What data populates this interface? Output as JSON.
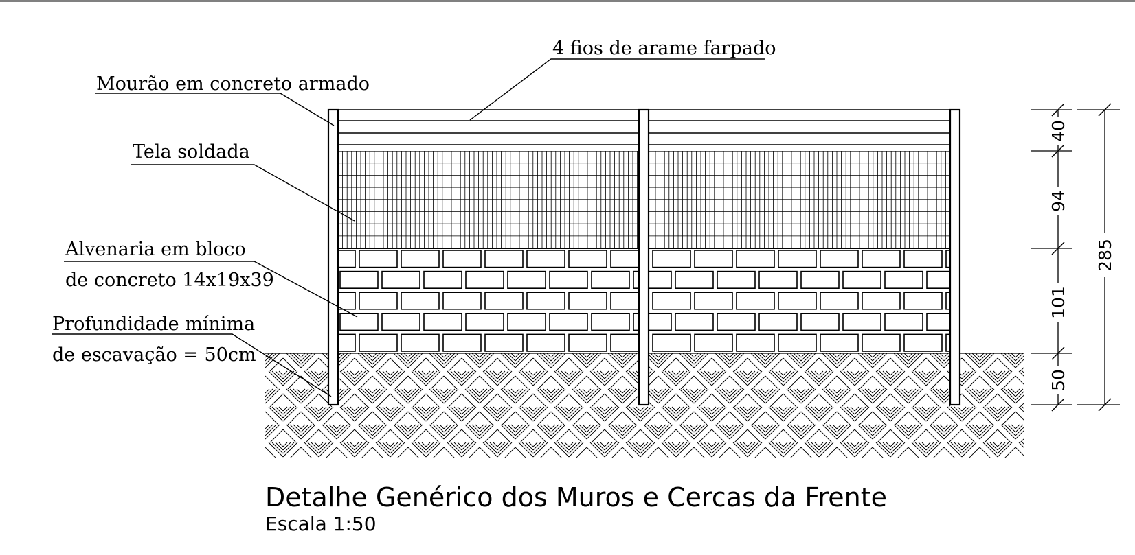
{
  "labels": {
    "barbed_wire": "4 fios de arame farpado",
    "post": "Mourão em concreto armado",
    "mesh": "Tela soldada",
    "masonry_line1": "Alvenaria em bloco",
    "masonry_line2": "de concreto 14x19x39",
    "depth_line1": "Profundidade mínima",
    "depth_line2": "de escavação = 50cm"
  },
  "dimensions": {
    "segments": [
      "40",
      "94",
      "101",
      "50"
    ],
    "total": "285"
  },
  "title": {
    "main": "Detalhe Genérico dos Muros e Cercas da Frente",
    "scale": "Escala 1:50"
  },
  "colors": {
    "line": "#000000",
    "background": "#ffffff"
  }
}
